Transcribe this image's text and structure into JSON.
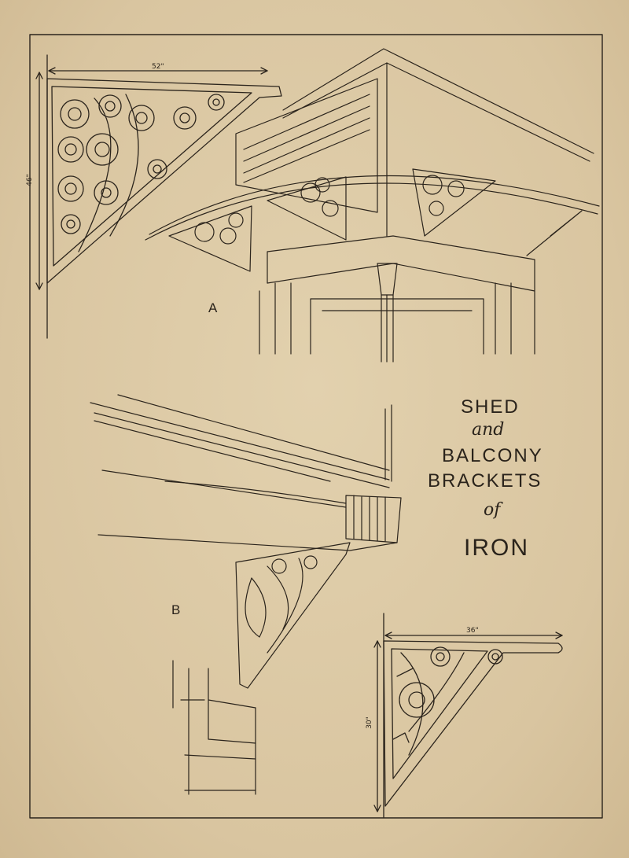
{
  "title": {
    "line1": "SHED",
    "line2": "and",
    "line3": "BALCONY",
    "line4": "BRACKETS",
    "line5": "of",
    "line6": "IRON"
  },
  "figure_labels": {
    "a": "A",
    "b": "B"
  },
  "dimensions": {
    "top_width": "52\"",
    "top_height": "46\"",
    "bottom_width": "36\"",
    "bottom_height": "30\""
  },
  "colors": {
    "paper": "#dcc9a4",
    "ink": "#2b241c"
  }
}
